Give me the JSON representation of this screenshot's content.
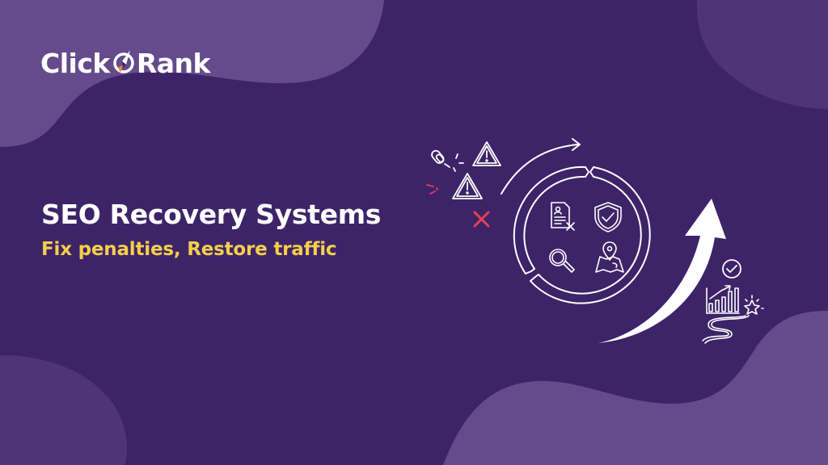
{
  "brand": {
    "name_left": "Click",
    "name_right": "Rank",
    "logo_icon": "rocket-icon"
  },
  "hero": {
    "title": "SEO Recovery Systems",
    "subtitle": "Fix penalties, Restore traffic"
  },
  "illustration": {
    "problem_icons": [
      "broken-link-icon",
      "warning-icon",
      "warning-icon",
      "x-mark-icon"
    ],
    "cycle_icons": [
      "document-reject-icon",
      "shield-check-icon",
      "magnifier-icon",
      "map-pin-icon"
    ],
    "success_icons": [
      "check-circle-icon",
      "bar-chart-growth-icon",
      "star-icon",
      "winding-path-icon"
    ],
    "growth_arrow": "up-arrow-icon"
  },
  "colors": {
    "background": "#3d2468",
    "blob": "#654b8c",
    "blob_dark": "#4f3478",
    "title": "#ffffff",
    "subtitle": "#f5cf4b",
    "accent_red": "#e8414f",
    "rocket_orange": "#f08a3a"
  }
}
